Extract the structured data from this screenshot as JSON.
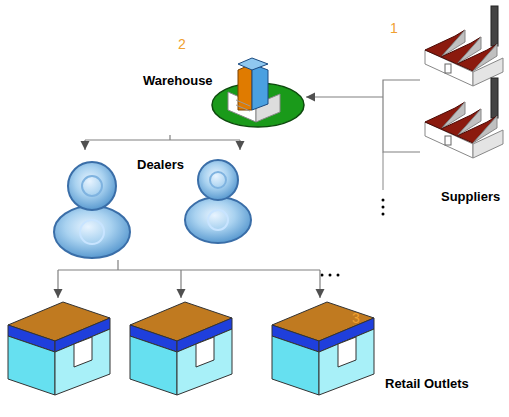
{
  "diagram": {
    "nodes": [
      {
        "text": [
          "Suppliers"
        ]
      },
      {
        "text": [
          "Warehouse"
        ]
      },
      {
        "text": [
          "Dealers"
        ]
      },
      {
        "text": [
          "Retail Outlets"
        ]
      }
    ],
    "edges": [
      {
        "from": 0,
        "to": 1,
        "arrow": "to"
      },
      {
        "from": 1,
        "to": 2,
        "arrow": "to"
      },
      {
        "from": 2,
        "to": 3,
        "arrow": "to"
      }
    ],
    "labels": [
      "1",
      "2",
      "3"
    ]
  }
}
